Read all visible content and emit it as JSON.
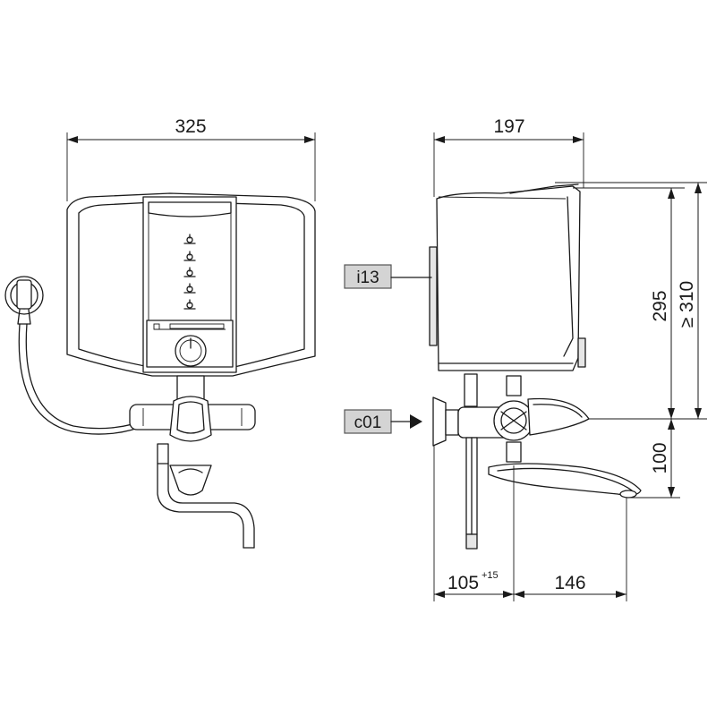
{
  "front_view": {
    "width_dimension": "325"
  },
  "side_view": {
    "depth_dimension": "197",
    "height_dimension": "295",
    "total_height_dimension": "≥ 310",
    "spout_height_dimension": "100",
    "wall_offset_dimension": "105",
    "wall_offset_tolerance": "+15",
    "spout_reach_dimension": "146"
  },
  "labels": {
    "i13": "i13",
    "c01": "c01"
  }
}
